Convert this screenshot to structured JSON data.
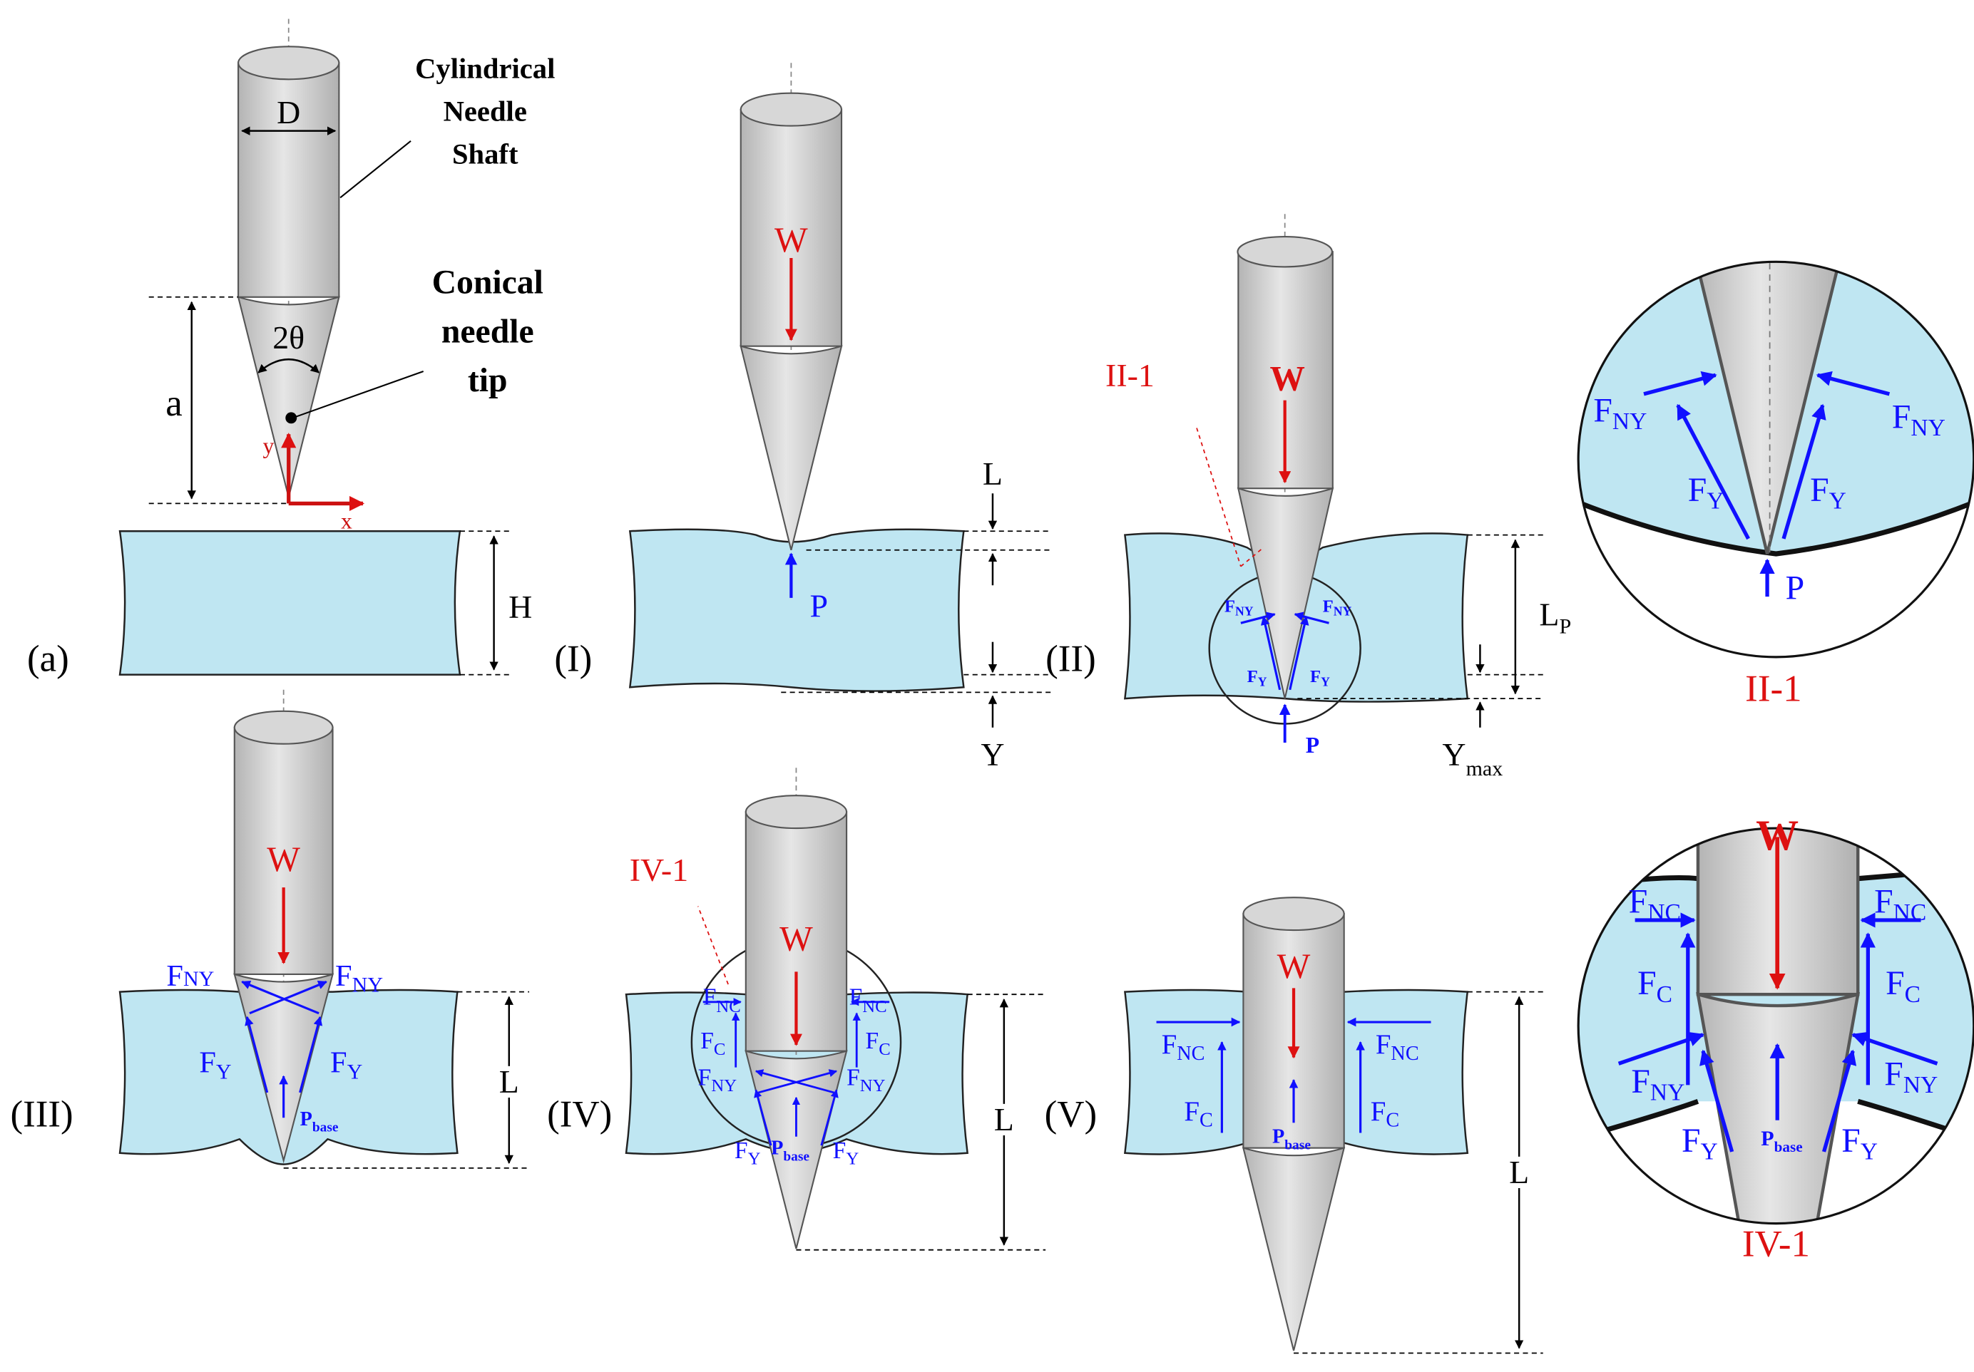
{
  "colors": {
    "tissue_fill": "#bfe6f2",
    "tissue_stroke": "#222222",
    "needle_fill": "#d3d3d3",
    "needle_stroke": "#555555",
    "force_blue": "#1010ff",
    "load_red": "#dd1111",
    "axis_red": "#cc1111",
    "dim_black": "#000000"
  },
  "panel_a": {
    "label": "(a)",
    "shaft_label": [
      "Cylindrical",
      "Needle",
      "Shaft"
    ],
    "tip_label": [
      "Conical",
      "needle",
      "tip"
    ],
    "diameter": "D",
    "angle": "2θ",
    "tip_length": "a",
    "thickness": "H",
    "axis_x": "x",
    "axis_y": "y"
  },
  "panel_I": {
    "label": "(I)",
    "load": "W",
    "tip_force": "P",
    "dim_L": "L",
    "dim_Y": "Y"
  },
  "panel_II": {
    "label": "(II)",
    "callout": "II-1",
    "load": "W",
    "tip_force": "P",
    "f_ny": "F",
    "f_ny_sub": "NY",
    "f_y": "F",
    "f_y_sub": "Y",
    "dim_Lp": "L",
    "dim_Lp_sub": "P",
    "dim_Ymax": "Y",
    "dim_Ymax_sub": "max"
  },
  "inset_II1": {
    "caption": "II-1",
    "f_ny": "F",
    "f_ny_sub": "NY",
    "f_y": "F",
    "f_y_sub": "Y",
    "tip_force": "P"
  },
  "panel_III": {
    "label": "(III)",
    "load": "W",
    "f_ny": "F",
    "f_ny_sub": "NY",
    "f_y": "F",
    "f_y_sub": "Y",
    "p_base": "P",
    "p_base_sub": "base",
    "dim_L": "L"
  },
  "panel_IV": {
    "label": "(IV)",
    "callout": "IV-1",
    "load": "W",
    "f_nc": "F",
    "f_nc_sub": "NC",
    "f_c": "F",
    "f_c_sub": "C",
    "f_ny": "F",
    "f_ny_sub": "NY",
    "f_y": "F",
    "f_y_sub": "Y",
    "p_base": "P",
    "p_base_sub": "base",
    "dim_L": "L"
  },
  "panel_V": {
    "label": "(V)",
    "load": "W",
    "f_nc": "F",
    "f_nc_sub": "NC",
    "f_c": "F",
    "f_c_sub": "C",
    "p_base": "P",
    "p_base_sub": "base",
    "dim_L": "L"
  },
  "inset_IV1": {
    "caption": "IV-1",
    "load": "W",
    "f_nc": "F",
    "f_nc_sub": "NC",
    "f_c": "F",
    "f_c_sub": "C",
    "f_ny": "F",
    "f_ny_sub": "NY",
    "f_y": "F",
    "f_y_sub": "Y",
    "p_base": "P",
    "p_base_sub": "base"
  }
}
